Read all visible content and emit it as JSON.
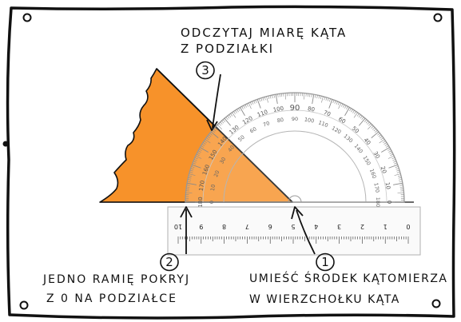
{
  "instructions": {
    "read_title_line1": "ODCZYTAJ MIARĘ KĄTA",
    "read_title_line2": "Z PODZIAŁKI",
    "step1_line1": "UMIEŚĆ ŚRODEK KĄTOMIERZA",
    "step1_line2": "W WIERZCHOŁKU KĄTA",
    "step2_line1": "JEDNO RAMIĘ POKRYJ",
    "step2_line2": "Z 0 NA PODZIAŁCE"
  },
  "step_numbers": {
    "one": "1",
    "two": "2",
    "three": "3"
  },
  "ruler": {
    "tick_labels": [
      "10",
      "9",
      "8",
      "7",
      "6",
      "5",
      "4",
      "3",
      "2",
      "1",
      "0"
    ]
  },
  "protractor": {
    "outer_scale": [
      "0",
      "10",
      "20",
      "30",
      "40",
      "50",
      "60",
      "70",
      "80",
      "90",
      "100",
      "110",
      "120",
      "130",
      "140",
      "150",
      "160",
      "170",
      "180"
    ],
    "inner_scale": [
      "180",
      "170",
      "160",
      "150",
      "140",
      "130",
      "120",
      "110",
      "100",
      "90",
      "80",
      "70",
      "60",
      "50",
      "40",
      "30",
      "20",
      "10",
      "0"
    ]
  },
  "colors": {
    "angle_fill": "#f7922a",
    "ink": "#111111",
    "protractor_line": "#9a9a9a",
    "paper": "#ffffff"
  }
}
